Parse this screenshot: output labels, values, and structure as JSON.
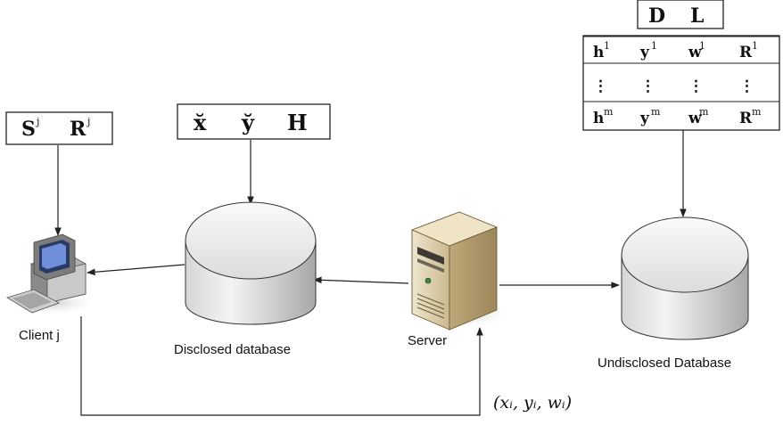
{
  "nodes": {
    "client": {
      "label": "Client j"
    },
    "disclosed_db": {
      "label": "Disclosed database"
    },
    "server": {
      "label": "Server"
    },
    "undisclosed_db": {
      "label": "Undisclosed Database"
    }
  },
  "client_box": {
    "items": [
      "S",
      "R"
    ],
    "superscripts": [
      "j",
      "j"
    ]
  },
  "disclosed_box": {
    "items": [
      "x̆",
      "y̆",
      "H"
    ]
  },
  "undisclosed_header": {
    "items": [
      "D",
      "L"
    ]
  },
  "undisclosed_table": {
    "rows": [
      {
        "cells": [
          "h",
          "y",
          "w",
          "R"
        ],
        "sup": "1"
      },
      {
        "cells": [
          "⋮",
          "⋮",
          "⋮",
          "⋮"
        ],
        "sup": ""
      },
      {
        "cells": [
          "h",
          "y",
          "w",
          "R"
        ],
        "sup": "m"
      }
    ]
  },
  "feedback_label": "(xᵢ, yᵢ, wᵢ)",
  "colors": {
    "line": "#222222",
    "cylinder_light": "#f2f2f2",
    "cylinder_dark": "#b9b9b9",
    "server_beige": "#d8c9a4",
    "computer_grey": "#9a9a9a"
  }
}
